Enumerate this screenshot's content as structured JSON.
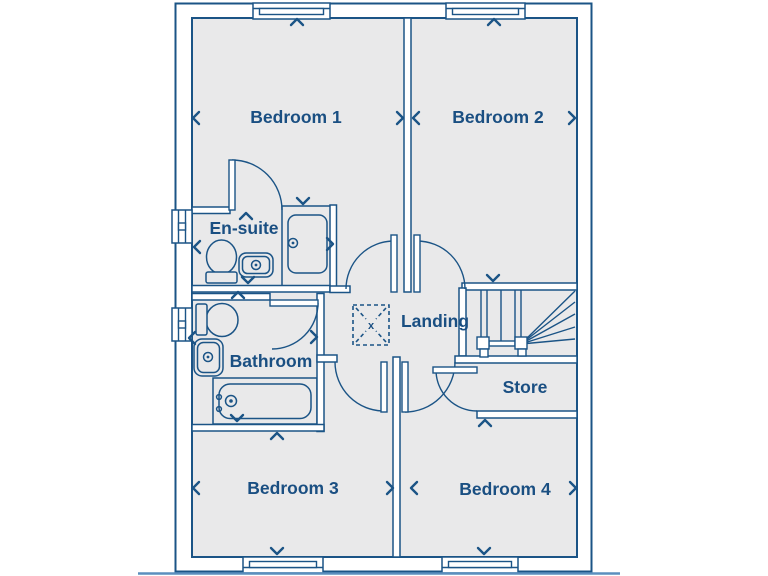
{
  "floorplan": {
    "rooms": {
      "bedroom1": "Bedroom 1",
      "bedroom2": "Bedroom 2",
      "bedroom3": "Bedroom 3",
      "bedroom4": "Bedroom 4",
      "ensuite": "En-suite",
      "bathroom": "Bathroom",
      "landing": "Landing",
      "store": "Store"
    },
    "loft_hatch_label": "x",
    "colors": {
      "wall_line": "#1b5486",
      "label_text": "#1a4f82",
      "floor_fill": "#e9e9ea",
      "background": "#ffffff",
      "bottom_edge_accent": "#5b8fbe"
    }
  }
}
